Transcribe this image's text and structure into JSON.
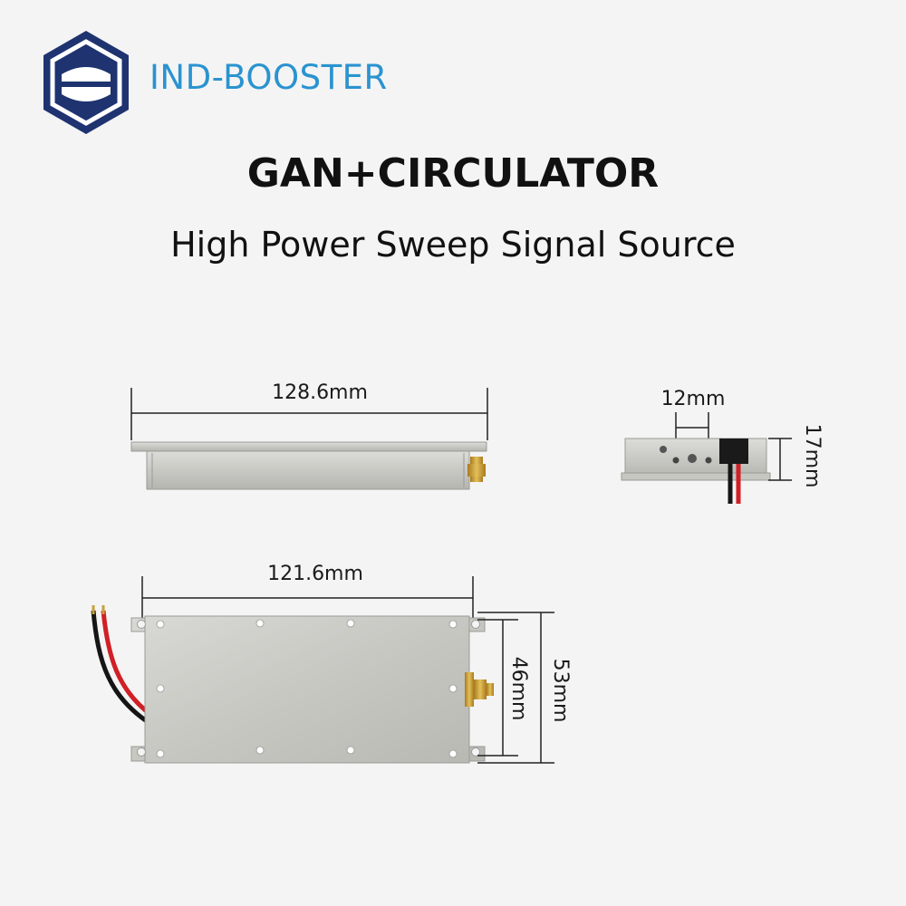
{
  "brand": {
    "name": "IND-BOOSTER",
    "color": "#2a93d0",
    "logo_color": "#1e3370",
    "logo_icon": "hexagon-shield-logo"
  },
  "heading": {
    "title": "GAN+CIRCULATOR",
    "subtitle": "High Power Sweep Signal Source"
  },
  "dimensions": {
    "side_length": "128.6mm",
    "end_port_spacing": "12mm",
    "end_height": "17mm",
    "top_length": "121.6mm",
    "top_hole_spacing": "46mm",
    "top_width": "53mm"
  },
  "colors": {
    "metal": "#c9c9c5",
    "metal_dark": "#9a9a96",
    "wire_red": "#d11f26",
    "wire_black": "#151515",
    "connector_gold": "#c9a03a"
  }
}
